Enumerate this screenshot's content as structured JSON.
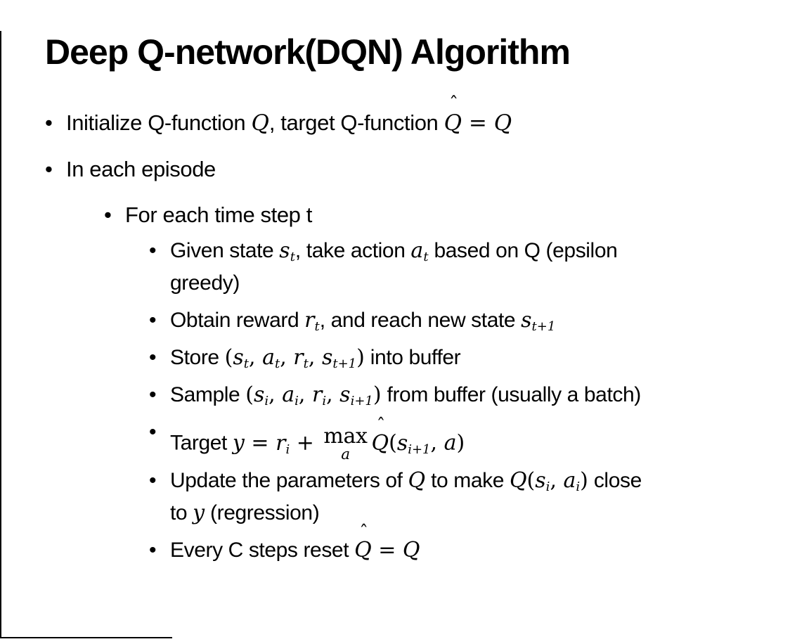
{
  "slide": {
    "title": "Deep Q-network(DQN) Algorithm",
    "background_color": "#ffffff",
    "text_color": "#000000",
    "border_color": "#000000",
    "bullet_glyph": "•",
    "bullets": [
      {
        "level": 1,
        "runs": [
          {
            "text": "Initialize Q-function "
          },
          {
            "math": "Q"
          },
          {
            "text": ", target Q-function "
          },
          {
            "math": "Q",
            "hat": true
          },
          {
            "mtext": " = "
          },
          {
            "math": "Q"
          }
        ]
      },
      {
        "level": 1,
        "runs": [
          {
            "text": "In each episode"
          }
        ]
      },
      {
        "level": 2,
        "runs": [
          {
            "text": "For each time step t"
          }
        ]
      },
      {
        "level": 3,
        "runs": [
          {
            "text": "Given state "
          },
          {
            "math": "s",
            "sub": "t"
          },
          {
            "text": ", take action "
          },
          {
            "math": "a",
            "sub": "t"
          },
          {
            "text": " based on Q (epsilon"
          },
          {
            "br": true
          },
          {
            "text": "greedy)"
          }
        ]
      },
      {
        "level": 3,
        "runs": [
          {
            "text": "Obtain reward "
          },
          {
            "math": "r",
            "sub": "t"
          },
          {
            "text": ", and reach new state "
          },
          {
            "math": "s",
            "sub": "t+1"
          }
        ]
      },
      {
        "level": 3,
        "runs": [
          {
            "text": "Store "
          },
          {
            "mtext": "("
          },
          {
            "math": "s",
            "sub": "t"
          },
          {
            "mtext": ", "
          },
          {
            "math": "a",
            "sub": "t"
          },
          {
            "mtext": ", "
          },
          {
            "math": "r",
            "sub": "t"
          },
          {
            "mtext": ", "
          },
          {
            "math": "s",
            "sub": "t+1"
          },
          {
            "mtext": ")"
          },
          {
            "text": " into buffer"
          }
        ]
      },
      {
        "level": 3,
        "runs": [
          {
            "text": "Sample "
          },
          {
            "mtext": "("
          },
          {
            "math": "s",
            "sub": "i"
          },
          {
            "mtext": ", "
          },
          {
            "math": "a",
            "sub": "i"
          },
          {
            "mtext": ", "
          },
          {
            "math": "r",
            "sub": "i"
          },
          {
            "mtext": ", "
          },
          {
            "math": "s",
            "sub": "i+1"
          },
          {
            "mtext": ")"
          },
          {
            "text": " from buffer (usually a batch)"
          }
        ]
      },
      {
        "level": 3,
        "runs": [
          {
            "text": "Target "
          },
          {
            "math": "y"
          },
          {
            "mtext": " = "
          },
          {
            "math": "r",
            "sub": "i"
          },
          {
            "mtext": " + "
          },
          {
            "maxop": "max",
            "under": "a"
          },
          {
            "math": "Q",
            "hat": true
          },
          {
            "mtext": "("
          },
          {
            "math": "s",
            "sub": "i+1"
          },
          {
            "mtext": ", "
          },
          {
            "math": "a"
          },
          {
            "mtext": ")"
          }
        ]
      },
      {
        "level": 3,
        "runs": [
          {
            "text": "Update the parameters of "
          },
          {
            "math": "Q"
          },
          {
            "text": " to make "
          },
          {
            "math": "Q"
          },
          {
            "mtext": "("
          },
          {
            "math": "s",
            "sub": "i"
          },
          {
            "mtext": ", "
          },
          {
            "math": "a",
            "sub": "i"
          },
          {
            "mtext": ")"
          },
          {
            "text": " close"
          },
          {
            "br": true
          },
          {
            "text": "to "
          },
          {
            "math": "y"
          },
          {
            "text": " (regression)"
          }
        ]
      },
      {
        "level": 3,
        "runs": [
          {
            "text": "Every C steps reset "
          },
          {
            "math": "Q",
            "hat": true
          },
          {
            "mtext": " = "
          },
          {
            "math": "Q"
          }
        ]
      }
    ]
  }
}
